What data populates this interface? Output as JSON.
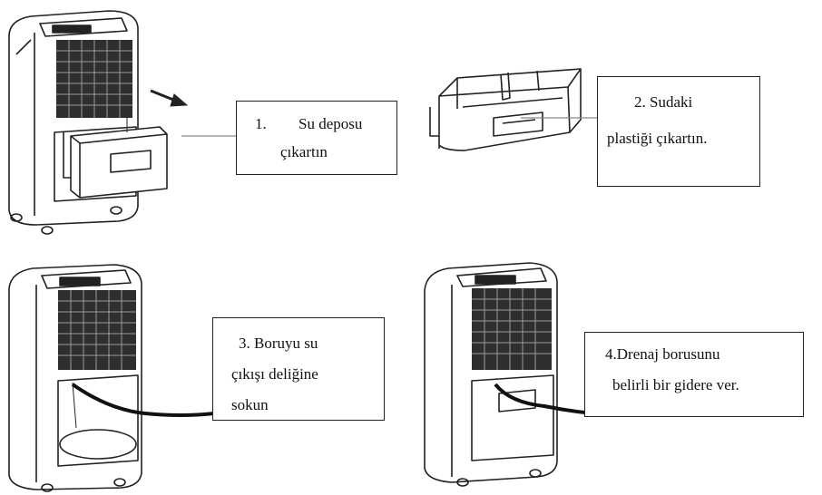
{
  "steps": [
    {
      "id": 1,
      "lines": [
        "1.",
        "Su deposu",
        "çıkartın"
      ],
      "illustration": "dehumidifier-with-water-tank-pulled-out"
    },
    {
      "id": 2,
      "lines": [
        "2. Sudaki",
        "plastiği çıkartın."
      ],
      "illustration": "removed-water-tank"
    },
    {
      "id": 3,
      "lines": [
        "3. Boruyu su",
        "çıkışı deliğine",
        "sokun"
      ],
      "illustration": "dehumidifier-hose-in-outlet"
    },
    {
      "id": 4,
      "lines": [
        "4.Drenaj borusunu",
        "belirli bir gidere ver."
      ],
      "illustration": "dehumidifier-drain-hose"
    }
  ],
  "colors": {
    "line": "#222222",
    "grille": "#333333",
    "background": "#ffffff"
  }
}
